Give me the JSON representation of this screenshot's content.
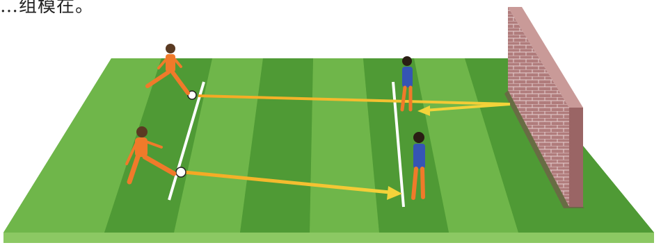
{
  "caption": {
    "text": "…组模在。"
  },
  "colors": {
    "field_light": "#6fb64a",
    "field_dark": "#4f9a35",
    "field_edge": "#8cc863",
    "line": "#ffffff",
    "arrow": "#f3d33a",
    "wall_face": "#b07c7c",
    "wall_top": "#c99a98",
    "wall_mortar": "#e6cfcf",
    "orange_team": "#f07a2a",
    "blue_team": "#3555b4",
    "ball": "#ffffff"
  },
  "players": [
    {
      "team": "orange",
      "role": "passer-top"
    },
    {
      "team": "orange",
      "role": "passer-bottom"
    },
    {
      "team": "blue",
      "role": "receiver-top"
    },
    {
      "team": "blue",
      "role": "receiver-bottom"
    }
  ]
}
